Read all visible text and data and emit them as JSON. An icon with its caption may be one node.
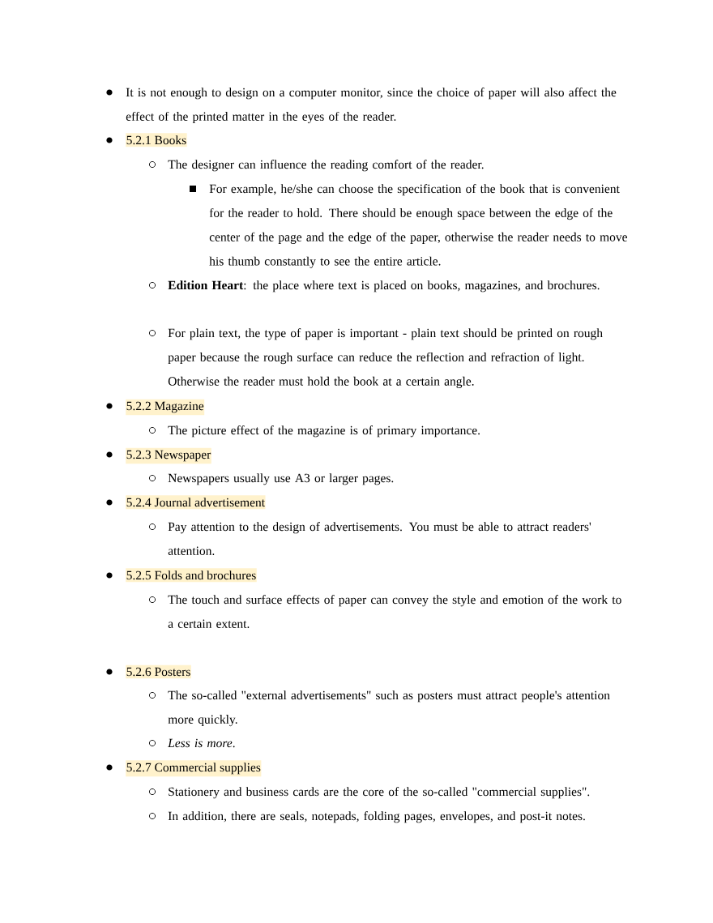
{
  "diagram": {
    "labels": [
      "It is not enough to design on a computer monitor, since the choice of paper will also affect the effect of the printed matter in the eyes of the reader.",
      "5.2.1 Books",
      "The designer can influence the reading comfort of the reader.",
      "For example, he/she can choose the specification of the book that is convenient for the reader to hold. There should be enough space between the edge of the center of the page and the edge of the paper, otherwise the reader needs to move his thumb constantly to see the entire article.",
      "**Edition Heart**: the place where text is placed on books, magazines, and brochures.",
      "For plain text, the type of paper is important - plain text should be printed on rough paper because the rough surface can reduce the reflection and refraction of light. Otherwise the reader must hold the book at a certain angle.",
      "5.2.2 Magazine",
      "The picture effect of the magazine is of primary importance.",
      "5.2.3 Newspaper",
      "Newspapers usually use A3 or larger pages.",
      "5.2.4 Journal advertisement",
      "Pay attention to the design of advertisements. You must be able to attract readers' attention.",
      "5.2.5 Folds and brochures",
      "The touch and surface effects of paper can convey the style and emotion of the work to a certain extent.",
      "5.2.6 Posters",
      "The so-called \"external advertisements\" such as posters must attract people's attention more quickly.",
      "*Less is more*.",
      "5.2.7 Commercial supplies",
      "Stationery and business cards are the core of the so-called \"commercial supplies\".",
      "In addition, there are seals, notepads, folding pages, envelopes, and post-it notes."
    ]
  }
}
